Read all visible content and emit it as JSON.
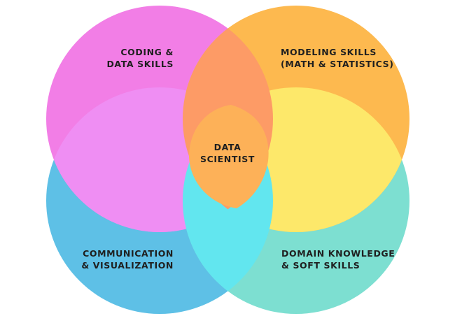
{
  "diagram": {
    "circles": [
      {
        "id": "coding",
        "color": "#f27ee6"
      },
      {
        "id": "modeling",
        "color": "#fdb94f"
      },
      {
        "id": "communication",
        "color": "#5ec0e6"
      },
      {
        "id": "domain",
        "color": "#7ddfd1"
      }
    ],
    "overlap_colors": {
      "coding_modeling": "#fd9b66",
      "coding_communication": "#ef8ef3",
      "modeling_domain": "#fde86a",
      "communication_domain": "#62e6ef",
      "center": "#fdb158"
    },
    "labels": {
      "coding": [
        "CODING &",
        "DATA SKILLS"
      ],
      "modeling": [
        "MODELING SKILLS",
        "(MATH & STATISTICS)"
      ],
      "center": [
        "DATA",
        "SCIENTIST"
      ],
      "communication": [
        "COMMUNICATION",
        "& VISUALIZATION"
      ],
      "domain": [
        "DOMAIN KNOWLEDGE",
        "& SOFT SKILLS"
      ]
    }
  }
}
